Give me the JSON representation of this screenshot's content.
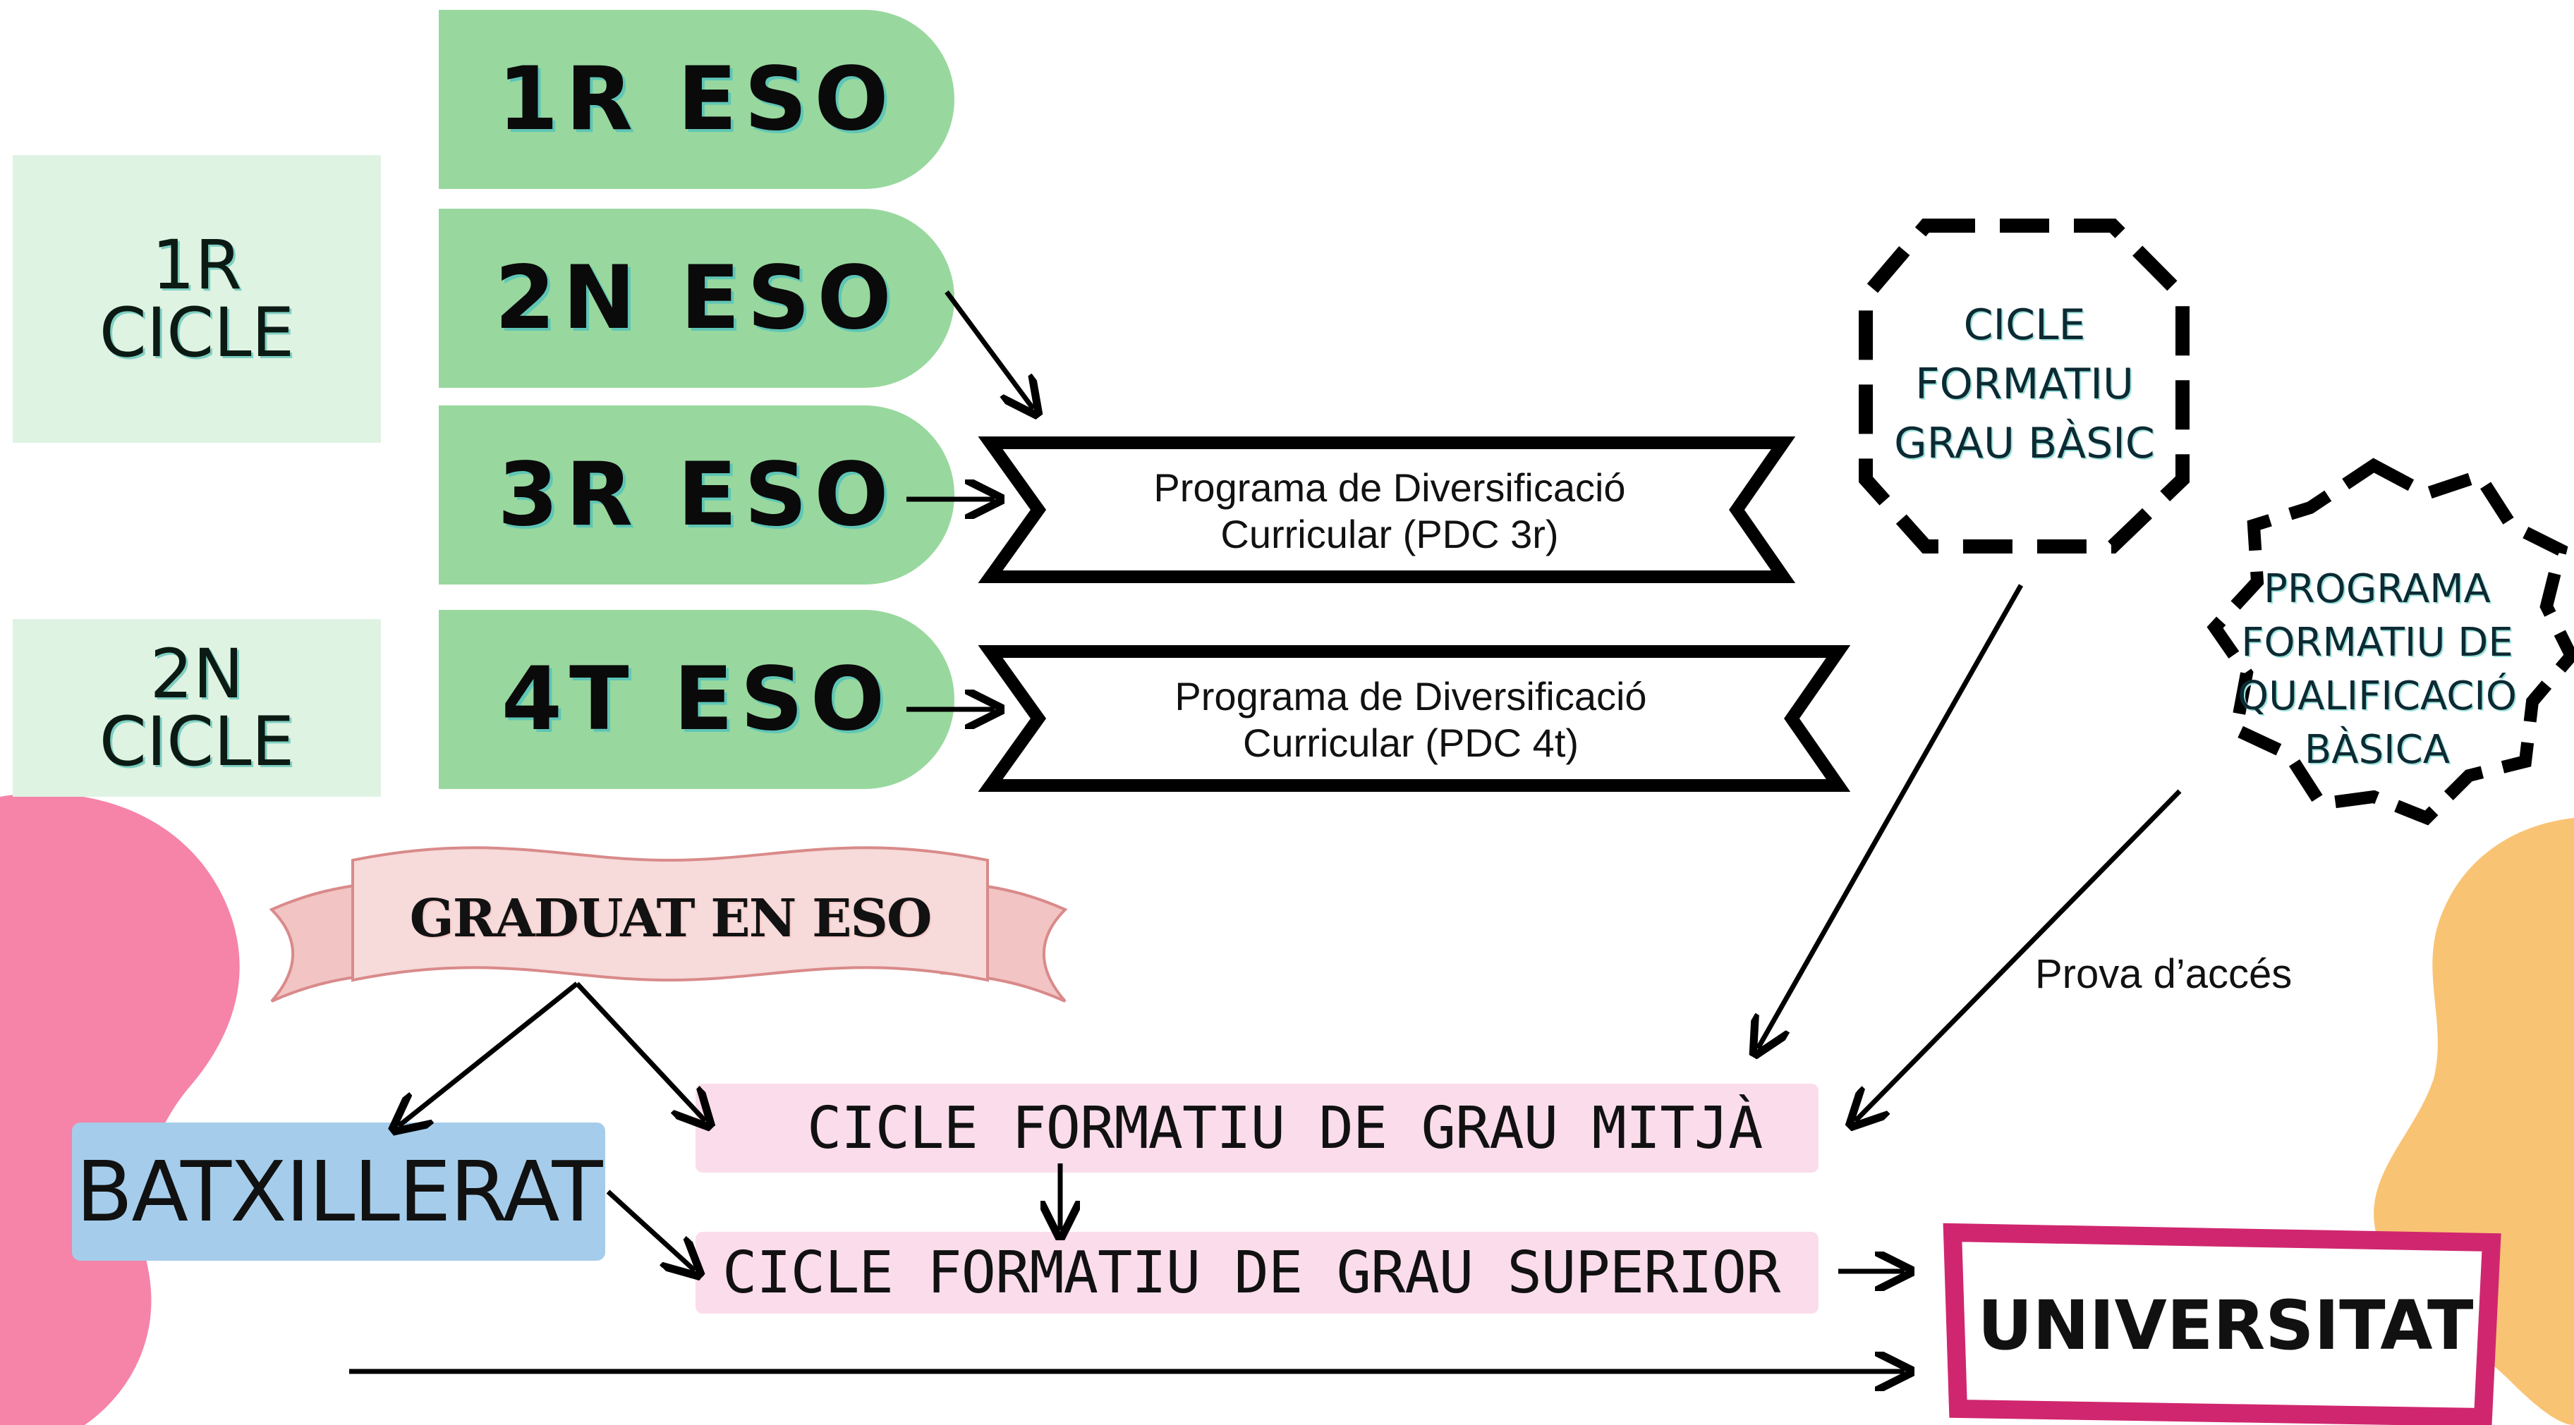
{
  "cycles": {
    "first": "1R CICLE",
    "second": "2N CICLE"
  },
  "eso_levels": [
    "1R ESO",
    "2N ESO",
    "3R ESO",
    "4T ESO"
  ],
  "pdc": {
    "third": {
      "line1": "Programa de Diversificació",
      "line2": "Curricular (PDC 3r)"
    },
    "fourth": {
      "line1": "Programa de Diversificació",
      "line2": "Curricular (PDC 4t)"
    }
  },
  "cicle_basic": [
    "CICLE",
    "FORMATIU",
    "GRAU BÀSIC"
  ],
  "pfqb": [
    "PROGRAMA",
    "FORMATIU DE",
    "QUALIFICACIÓ",
    "BÀSICA"
  ],
  "graduat": "GRADUAT EN ESO",
  "prova_acces": "Prova d’accés",
  "batxillerat": "BATXILLERAT",
  "cf_mitja": "CICLE FORMATIU DE GRAU MITJÀ",
  "cf_superior": "CICLE FORMATIU DE GRAU SUPERIOR",
  "universitat": "UNIVERSITAT",
  "colors": {
    "eso_green": "#98d89e",
    "cycle_green": "#dff3e2",
    "pink_blob": "#f584a8",
    "orange_blob": "#f9c374",
    "cf_pink": "#fbdceb",
    "batx_blue": "#a5cdeb",
    "univ_frame": "#d0266f"
  }
}
